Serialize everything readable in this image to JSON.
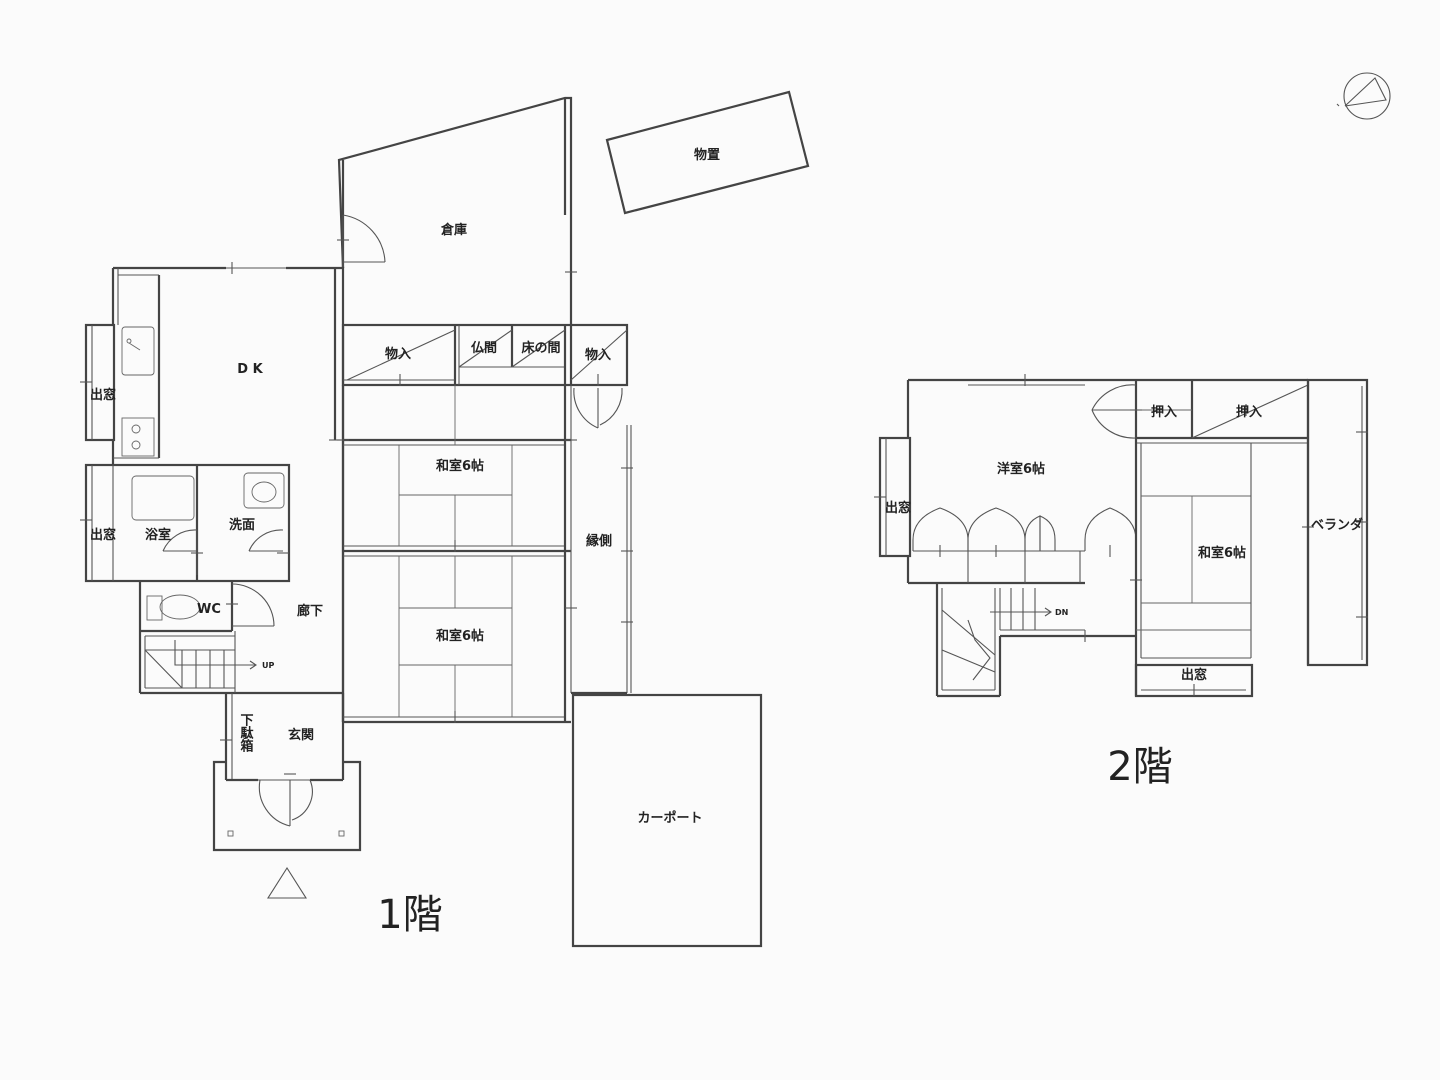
{
  "floor1": {
    "title": "1階",
    "rooms": {
      "storehouse": "物置",
      "warehouse": "倉庫",
      "dk": "D K",
      "bay_window_dk": "出窓",
      "bay_window_bath": "出窓",
      "bath": "浴室",
      "washroom": "洗面",
      "wc": "WC",
      "hallway": "廊下",
      "up": "UP",
      "shoe_closet": "下駄箱",
      "entrance": "玄関",
      "closet_left": "物入",
      "butsuma": "仏間",
      "tokonoma": "床の間",
      "closet_right": "物入",
      "washitsu_top": "和室6帖",
      "washitsu_bottom": "和室6帖",
      "engawa": "縁側",
      "carport": "カーポート"
    }
  },
  "floor2": {
    "title": "2階",
    "rooms": {
      "western_room": "洋室6帖",
      "oshiire_1": "押入",
      "oshiire_2": "押入",
      "bay_window_west": "出窓",
      "washitsu": "和室6帖",
      "veranda": "ベランダ",
      "bay_window_south": "出窓",
      "dn": "DN"
    }
  },
  "icons": {
    "north": "north-arrow-icon",
    "entrance_marker": "entrance-triangle-icon"
  }
}
